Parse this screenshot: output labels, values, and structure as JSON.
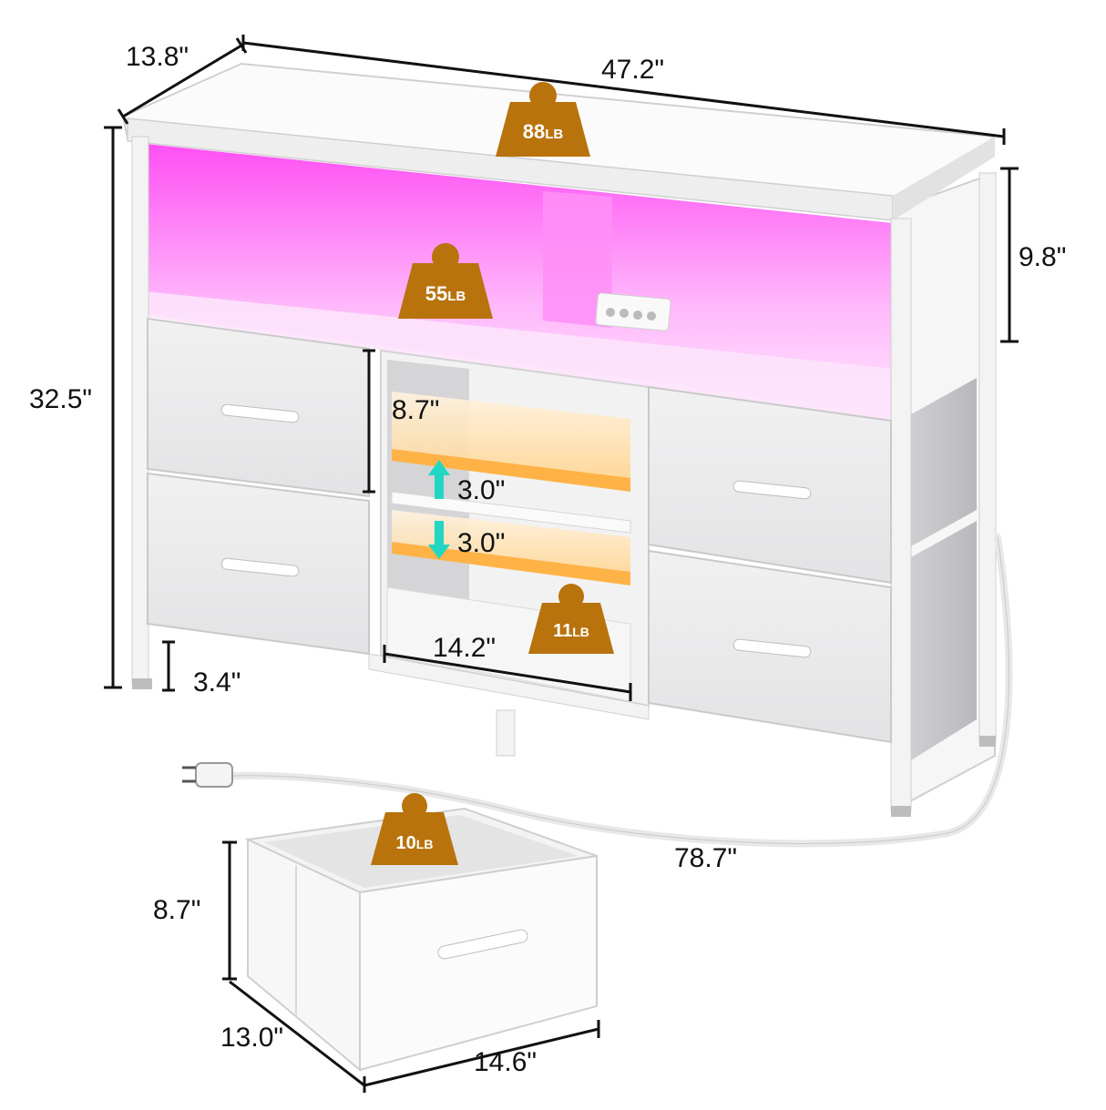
{
  "colors": {
    "frame": "#f4f4f4",
    "led_glow": "#ff5ff5",
    "fabric": "#e9e9ea",
    "weight_badge": "#b8730d",
    "shelf_glow": "#ffb347",
    "arrow_teal": "#23d6c3"
  },
  "dimensions": {
    "depth": "13.8\"",
    "width": "47.2\"",
    "height": "32.5\"",
    "top_shelf_height": "9.8\"",
    "cubby_height": "8.7\"",
    "shelf_adjust_up": "3.0\"",
    "shelf_adjust_down": "3.0\"",
    "cubby_width": "14.2\"",
    "leg_height": "3.4\"",
    "cord_length": "78.7\"",
    "bin_height": "8.7\"",
    "bin_depth": "13.0\"",
    "bin_width": "14.6\""
  },
  "weights": {
    "top": {
      "value": "88",
      "unit": "LB"
    },
    "shelf": {
      "value": "55",
      "unit": "LB"
    },
    "cubby": {
      "value": "11",
      "unit": "LB"
    },
    "bin": {
      "value": "10",
      "unit": "LB"
    }
  }
}
